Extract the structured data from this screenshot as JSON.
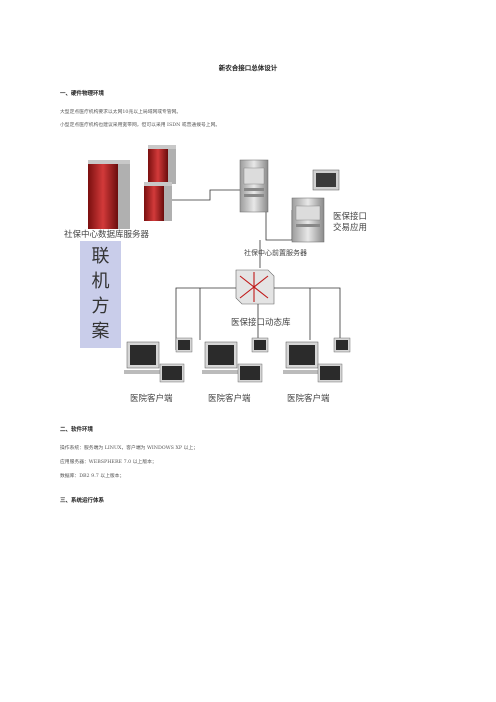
{
  "doc": {
    "title": "新农合接口总体设计",
    "section1": {
      "heading": "一、硬件物理环境",
      "lines": [
        "大型定点医疗机构要求以太网10兆以上局域网或专管网。",
        "小型定点医疗机构也建议采用宽带网，但可以采用 ISDN 或普通拨号上网。"
      ]
    },
    "diagram": {
      "server_label": "社保中心数据库服务器",
      "app_label_line1": "医保接口",
      "app_label_line2": "交易应用",
      "front_label": "社保中心前置服务器",
      "router_label": "医保接口动态库",
      "client_label": "医院客户端",
      "scheme_chars": [
        "联",
        "机",
        "方",
        "案"
      ]
    },
    "section2": {
      "heading": "二、软件环境",
      "lines": [
        "操作系统：服务端为 LINUX，客户端为 WINDOWS XP 以上；",
        "应用服务器：WEBSPHERE 7.0 以上版本；",
        "数据库：DB2 9.7 以上版本；"
      ]
    },
    "section3": {
      "heading": "三、系统运行体系"
    }
  }
}
